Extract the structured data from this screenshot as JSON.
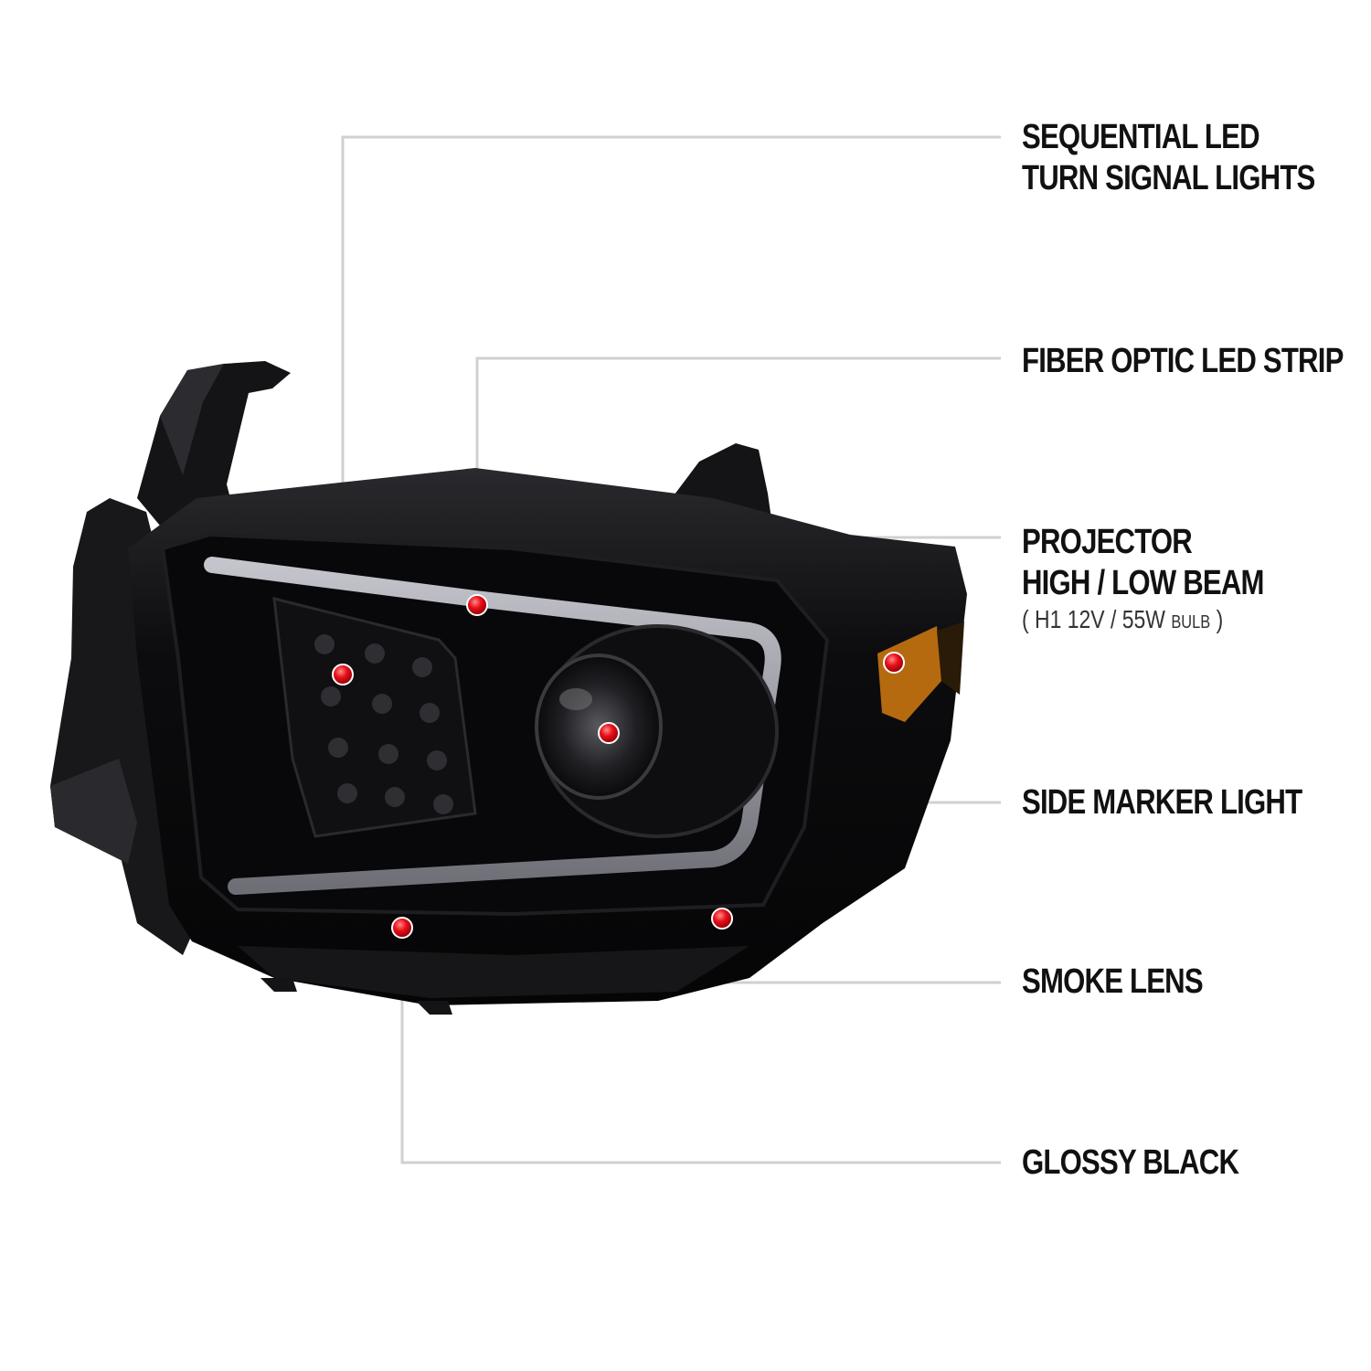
{
  "callouts": [
    {
      "id": "turn-signal",
      "lines": [
        "SEQUENTIAL LED",
        "TURN SIGNAL LIGHTS"
      ]
    },
    {
      "id": "fiber-optic",
      "lines": [
        "FIBER OPTIC LED STRIP"
      ]
    },
    {
      "id": "projector",
      "lines": [
        "PROJECTOR",
        "HIGH / LOW BEAM"
      ],
      "spec": {
        "open": "( ",
        "value": "H1  12V / 55W",
        "unit": "BULB",
        "close": " )"
      }
    },
    {
      "id": "side-marker",
      "lines": [
        "SIDE MARKER LIGHT"
      ]
    },
    {
      "id": "smoke-lens",
      "lines": [
        "SMOKE LENS"
      ]
    },
    {
      "id": "glossy-black",
      "lines": [
        "GLOSSY BLACK"
      ]
    }
  ],
  "colors": {
    "background": "#ffffff",
    "leader_line": "#d0d0d0",
    "marker_dot": "#e8101a",
    "housing": "#0b0b0d",
    "light_strip": "#9a9aa2",
    "amber": "#b56a10"
  }
}
